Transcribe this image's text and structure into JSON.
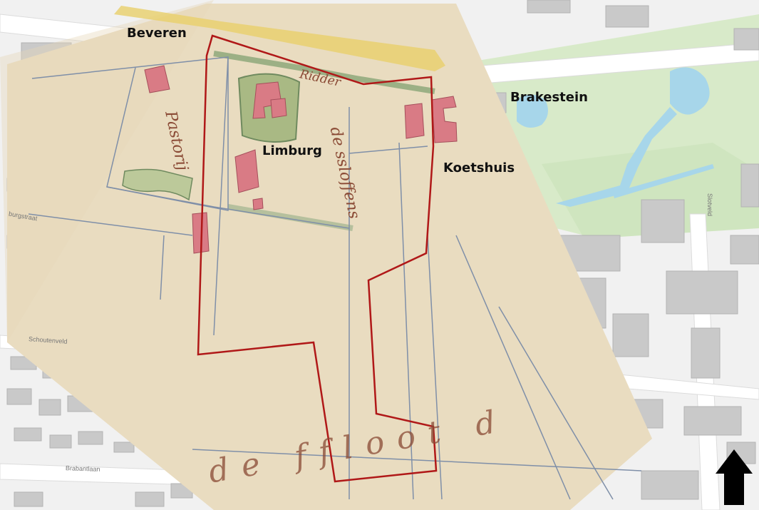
{
  "map": {
    "labels": {
      "beveren": "Beveren",
      "brakestein": "Brakestein",
      "limburg": "Limburg",
      "koetshuis": "Koetshuis"
    },
    "streets": {
      "burgstraat": "burgstraat",
      "schoutenveld": "Schoutenveld",
      "brabantlaan": "Brabantlaan",
      "slotveld": "Slotveld"
    },
    "historic_map": {
      "ridder": "Ridder",
      "pastorij": "Pastorij",
      "plot_lbl": "de ssloffens",
      "bottom_text": "de   ffloot   d"
    },
    "north_arrow": "north-arrow-icon",
    "colors": {
      "boundary": "#b01818",
      "parchment": "#e9dcc0",
      "building_red": "#d97b85",
      "park_green": "#d6e9c6",
      "water": "#a7d6ea",
      "road": "#ffffff",
      "modern_building": "#c9c9c9"
    }
  }
}
